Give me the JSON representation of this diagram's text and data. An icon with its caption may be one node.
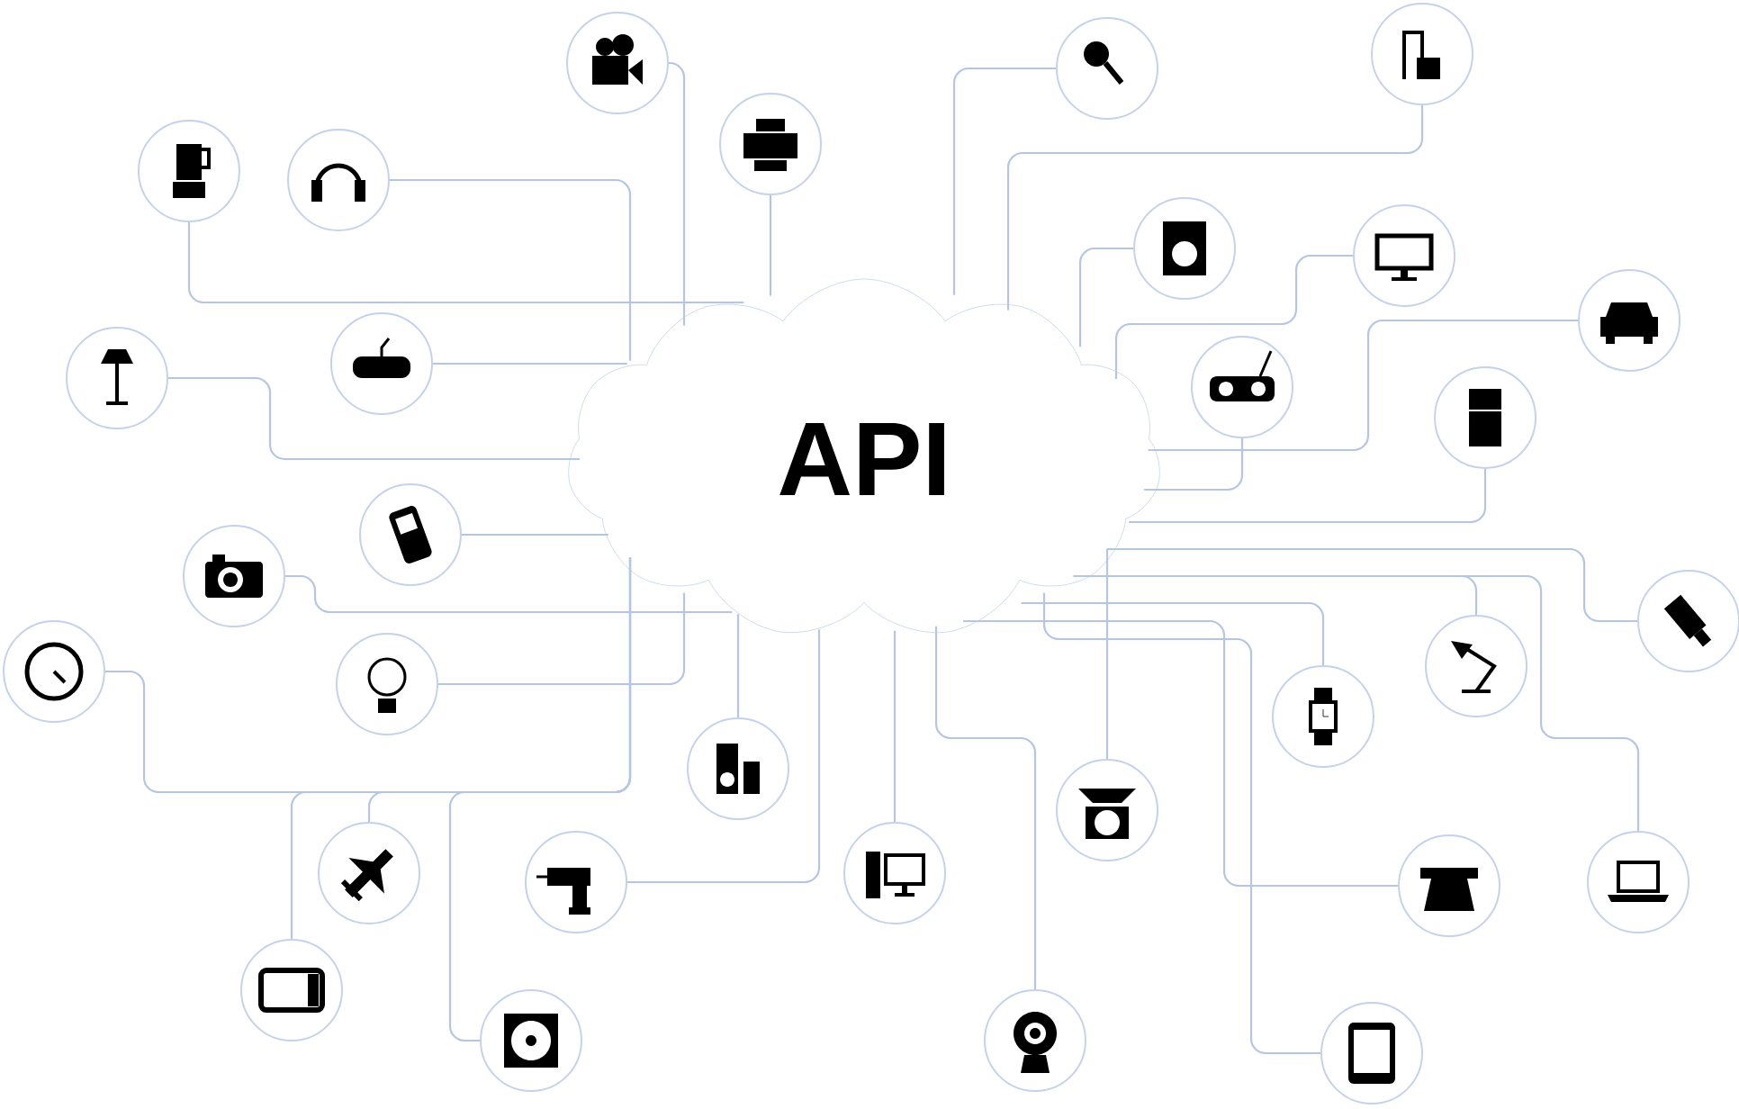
{
  "diagram": {
    "nodes": [
      {
        "text": [
          "API"
        ]
      },
      {
        "text": [],
        "shape": "circle"
      },
      {
        "text": [],
        "shape": "circle"
      },
      {
        "text": [],
        "shape": "circle"
      },
      {
        "text": [],
        "shape": "circle"
      },
      {
        "text": [],
        "shape": "circle"
      },
      {
        "text": [],
        "shape": "circle"
      },
      {
        "text": [],
        "shape": "circle"
      },
      {
        "text": [],
        "shape": "circle"
      },
      {
        "text": [],
        "shape": "circle"
      },
      {
        "text": [],
        "shape": "circle"
      },
      {
        "text": [],
        "shape": "circle"
      },
      {
        "text": [],
        "shape": "circle"
      },
      {
        "text": [],
        "shape": "circle"
      },
      {
        "text": [],
        "shape": "circle"
      },
      {
        "text": [],
        "shape": "circle"
      },
      {
        "text": [],
        "shape": "circle"
      },
      {
        "text": [],
        "shape": "circle"
      },
      {
        "text": [],
        "shape": "circle"
      },
      {
        "text": [],
        "shape": "circle"
      },
      {
        "text": [],
        "shape": "circle"
      },
      {
        "text": [],
        "shape": "circle"
      },
      {
        "text": [],
        "shape": "circle"
      },
      {
        "text": [],
        "shape": "circle"
      },
      {
        "text": [],
        "shape": "circle"
      },
      {
        "text": [],
        "shape": "circle"
      },
      {
        "text": [],
        "shape": "circle"
      },
      {
        "text": [],
        "shape": "circle"
      },
      {
        "text": [],
        "shape": "circle"
      },
      {
        "text": [],
        "shape": "circle"
      },
      {
        "text": [],
        "shape": "circle"
      },
      {
        "text": [],
        "shape": "circle"
      }
    ],
    "edges": [
      {
        "from": 1,
        "to": 0,
        "arrow": "none"
      },
      {
        "from": 2,
        "to": 0,
        "arrow": "none"
      },
      {
        "from": 3,
        "to": 0,
        "arrow": "none"
      },
      {
        "from": 4,
        "to": 0,
        "arrow": "none"
      },
      {
        "from": 5,
        "to": 0,
        "arrow": "none"
      },
      {
        "from": 6,
        "to": 0,
        "arrow": "none"
      },
      {
        "from": 7,
        "to": 0,
        "arrow": "none"
      },
      {
        "from": 8,
        "to": 0,
        "arrow": "none"
      },
      {
        "from": 9,
        "to": 0,
        "arrow": "none"
      },
      {
        "from": 10,
        "to": 0,
        "arrow": "none"
      },
      {
        "from": 11,
        "to": 0,
        "arrow": "none"
      },
      {
        "from": 12,
        "to": 0,
        "arrow": "none"
      },
      {
        "from": 13,
        "to": 0,
        "arrow": "none"
      },
      {
        "from": 14,
        "to": 0,
        "arrow": "none"
      },
      {
        "from": 15,
        "to": 0,
        "arrow": "none"
      },
      {
        "from": 16,
        "to": 0,
        "arrow": "none"
      },
      {
        "from": 17,
        "to": 0,
        "arrow": "none"
      },
      {
        "from": 18,
        "to": 0,
        "arrow": "none"
      },
      {
        "from": 19,
        "to": 0,
        "arrow": "none"
      },
      {
        "from": 20,
        "to": 0,
        "arrow": "none"
      },
      {
        "from": 21,
        "to": 0,
        "arrow": "none"
      },
      {
        "from": 22,
        "to": 0,
        "arrow": "none"
      },
      {
        "from": 23,
        "to": 0,
        "arrow": "none"
      },
      {
        "from": 24,
        "to": 0,
        "arrow": "none"
      },
      {
        "from": 25,
        "to": 0,
        "arrow": "none"
      },
      {
        "from": 26,
        "to": 0,
        "arrow": "none"
      },
      {
        "from": 27,
        "to": 0,
        "arrow": "none"
      },
      {
        "from": 28,
        "to": 0,
        "arrow": "none"
      },
      {
        "from": 29,
        "to": 0,
        "arrow": "none"
      },
      {
        "from": 30,
        "to": 0,
        "arrow": "none"
      },
      {
        "from": 31,
        "to": 0,
        "arrow": "none"
      }
    ]
  }
}
